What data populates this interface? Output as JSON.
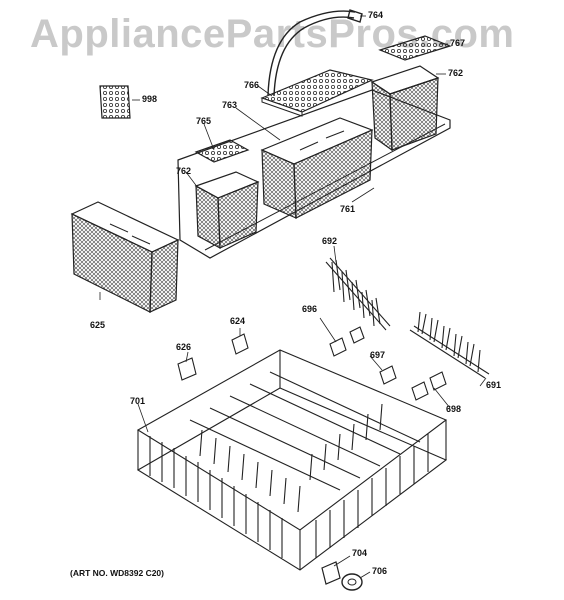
{
  "watermark": "AppliancePartsPros.com",
  "art_note": "(ART NO. WD8392 C20)",
  "callouts": {
    "p764": "764",
    "p767": "767",
    "p762a": "762",
    "p766": "766",
    "p998": "998",
    "p763": "763",
    "p765": "765",
    "p762b": "762",
    "p761": "761",
    "p625": "625",
    "p692": "692",
    "p696": "696",
    "p624": "624",
    "p626": "626",
    "p697": "697",
    "p691": "691",
    "p698": "698",
    "p701": "701",
    "p704": "704",
    "p706": "706"
  }
}
